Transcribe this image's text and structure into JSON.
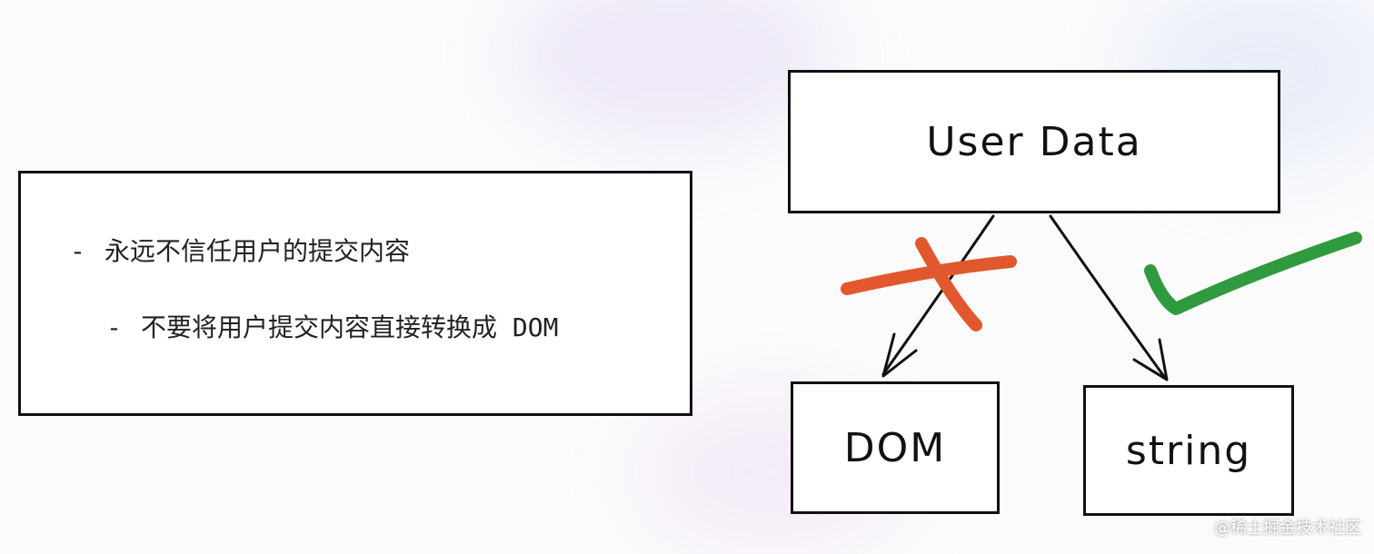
{
  "notes": {
    "bullet_1": "永远不信任用户的提交内容",
    "bullet_2": "不要将用户提交内容直接转换成 DOM",
    "dash": "-"
  },
  "diagram": {
    "top_box_label": "User Data",
    "left_box_label": "DOM",
    "right_box_label": "string",
    "wrong_mark_color": "#e2582e",
    "right_mark_color": "#2f9a3e",
    "wrong_mark_icon": "cross-mark",
    "right_mark_icon": "check-mark"
  },
  "watermark": "@稀土掘金技术社区"
}
